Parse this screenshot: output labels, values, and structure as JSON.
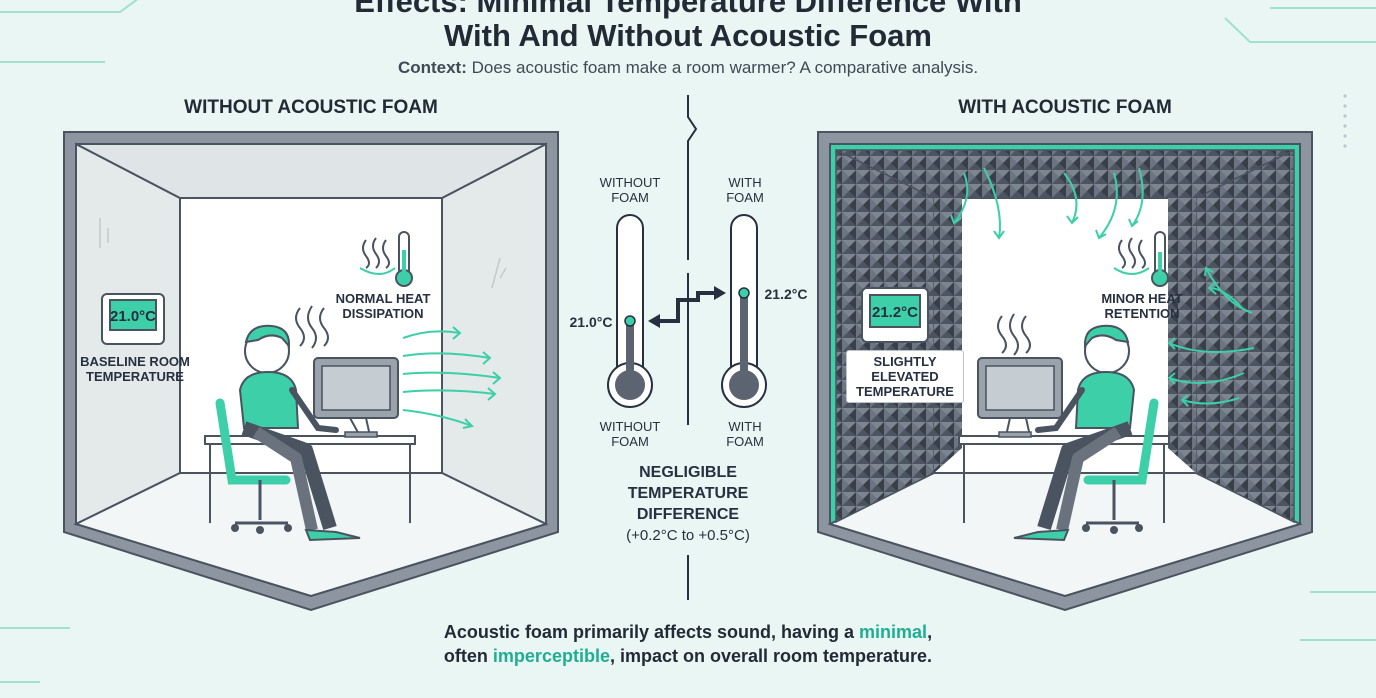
{
  "title_line1": "Effects: Minimal Temperature Difference With",
  "title_line2": "With And Without Acoustic Foam",
  "context_label": "Context:",
  "context_text": "Does acoustic foam make a room warmer? A comparative analysis.",
  "left_panel": {
    "heading": "WITHOUT ACOUSTIC FOAM",
    "thermostat_reading": "21.0°C",
    "thermostat_label_1": "BASELINE ROOM",
    "thermostat_label_2": "TEMPERATURE",
    "heat_label_1": "NORMAL HEAT",
    "heat_label_2": "DISSIPATION"
  },
  "right_panel": {
    "heading": "WITH ACOUSTIC FOAM",
    "thermostat_reading": "21.2°C",
    "thermostat_label_1": "SLIGHTLY",
    "thermostat_label_2": "ELEVATED",
    "thermostat_label_3": "TEMPERATURE",
    "heat_label_1": "MINOR HEAT",
    "heat_label_2": "RETENTION"
  },
  "center": {
    "thermo_left_top_1": "WITHOUT",
    "thermo_left_top_2": "FOAM",
    "thermo_left_bottom_1": "WITHOUT",
    "thermo_left_bottom_2": "FOAM",
    "thermo_left_value": "21.0°C",
    "thermo_right_top_1": "WITH",
    "thermo_right_top_2": "FOAM",
    "thermo_right_bottom_1": "WITH",
    "thermo_right_bottom_2": "FOAM",
    "thermo_right_value": "21.2°C",
    "negligible_1": "NEGLIGIBLE",
    "negligible_2": "TEMPERATURE",
    "negligible_3": "DIFFERENCE",
    "range": "(+0.2°C to +0.5°C)"
  },
  "footer": {
    "part1": "Acoustic foam primarily affects sound, having a ",
    "accent1": "minimal",
    "part2": ",",
    "part3": "often ",
    "accent2": "imperceptible",
    "part4": ", impact on overall room temperature."
  },
  "colors": {
    "accent": "#3ccfa8",
    "dark": "#263040",
    "foam": "#4b5460",
    "background": "#eaf6f3"
  }
}
